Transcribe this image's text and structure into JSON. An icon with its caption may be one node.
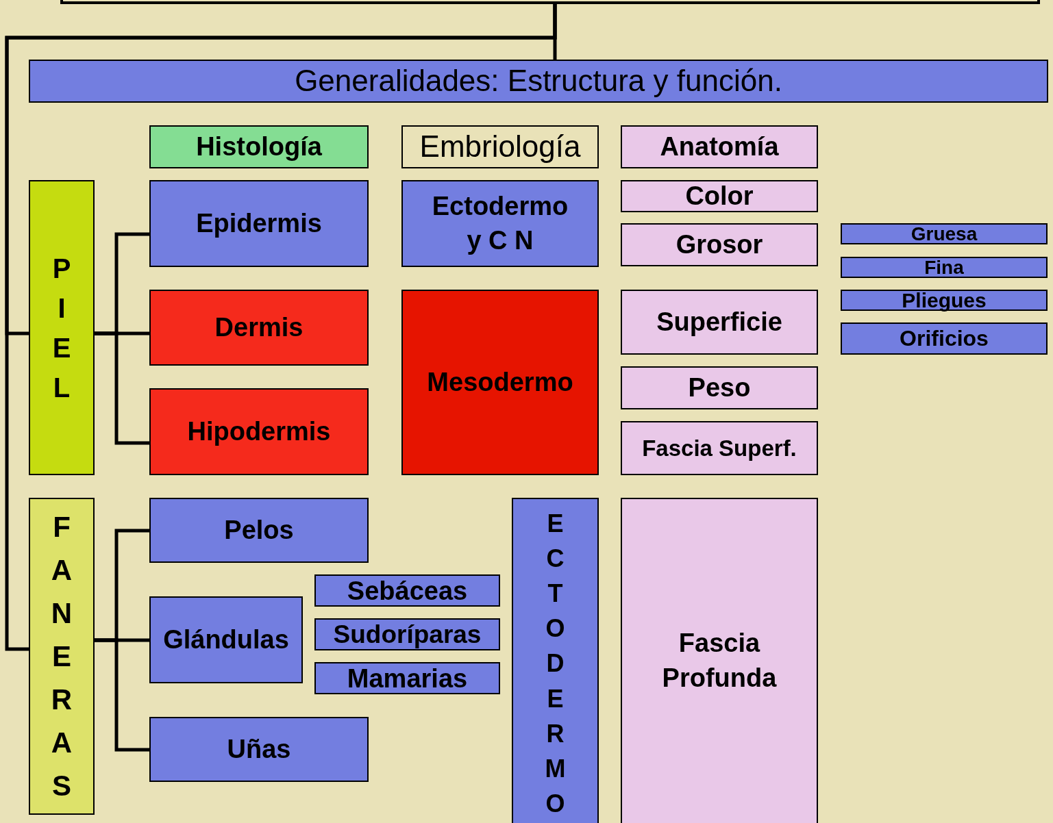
{
  "diagram": {
    "nodes": [
      {
        "text": [],
        "shape": "box"
      },
      {
        "text": [
          "Generalidades: Estructura y función."
        ]
      },
      {
        "text": [
          "Histología"
        ]
      },
      {
        "text": [
          "Embriología"
        ]
      },
      {
        "text": [
          "Anatomía"
        ]
      },
      {
        "text": [
          "PIEL"
        ]
      },
      {
        "text": [
          "Epidermis"
        ]
      },
      {
        "text": [
          "Ectodermo y C N"
        ]
      },
      {
        "text": [
          "Color"
        ]
      },
      {
        "text": [
          "Grosor"
        ]
      },
      {
        "text": [
          "Gruesa"
        ]
      },
      {
        "text": [
          "Fina"
        ]
      },
      {
        "text": [
          "Pliegues"
        ]
      },
      {
        "text": [
          "Orificios"
        ]
      },
      {
        "text": [
          "Dermis"
        ]
      },
      {
        "text": [
          "Mesodermo"
        ]
      },
      {
        "text": [
          "Superficie"
        ]
      },
      {
        "text": [
          "Peso"
        ]
      },
      {
        "text": [
          "Hipodermis"
        ]
      },
      {
        "text": [
          "Fascia Superf."
        ]
      },
      {
        "text": [
          "FANERAS"
        ]
      },
      {
        "text": [
          "Pelos"
        ]
      },
      {
        "text": [
          "ECTODERMO"
        ]
      },
      {
        "text": [
          "Fascia Profunda"
        ]
      },
      {
        "text": [
          "Glándulas"
        ]
      },
      {
        "text": [
          "Sebáceas"
        ]
      },
      {
        "text": [
          "Sudoríparas"
        ]
      },
      {
        "text": [
          "Mamarias"
        ]
      },
      {
        "text": [
          "Uñas"
        ]
      }
    ],
    "edges": [
      {
        "from": 0,
        "to": 1,
        "arrow": "none"
      },
      {
        "from": 0,
        "to": 5,
        "arrow": "none"
      },
      {
        "from": 0,
        "to": 20,
        "arrow": "none"
      },
      {
        "from": 5,
        "to": 6,
        "arrow": "none"
      },
      {
        "from": 5,
        "to": 14,
        "arrow": "none"
      },
      {
        "from": 5,
        "to": 18,
        "arrow": "none"
      },
      {
        "from": 20,
        "to": 21,
        "arrow": "none"
      },
      {
        "from": 20,
        "to": 24,
        "arrow": "none"
      },
      {
        "from": 20,
        "to": 28,
        "arrow": "none"
      }
    ]
  }
}
